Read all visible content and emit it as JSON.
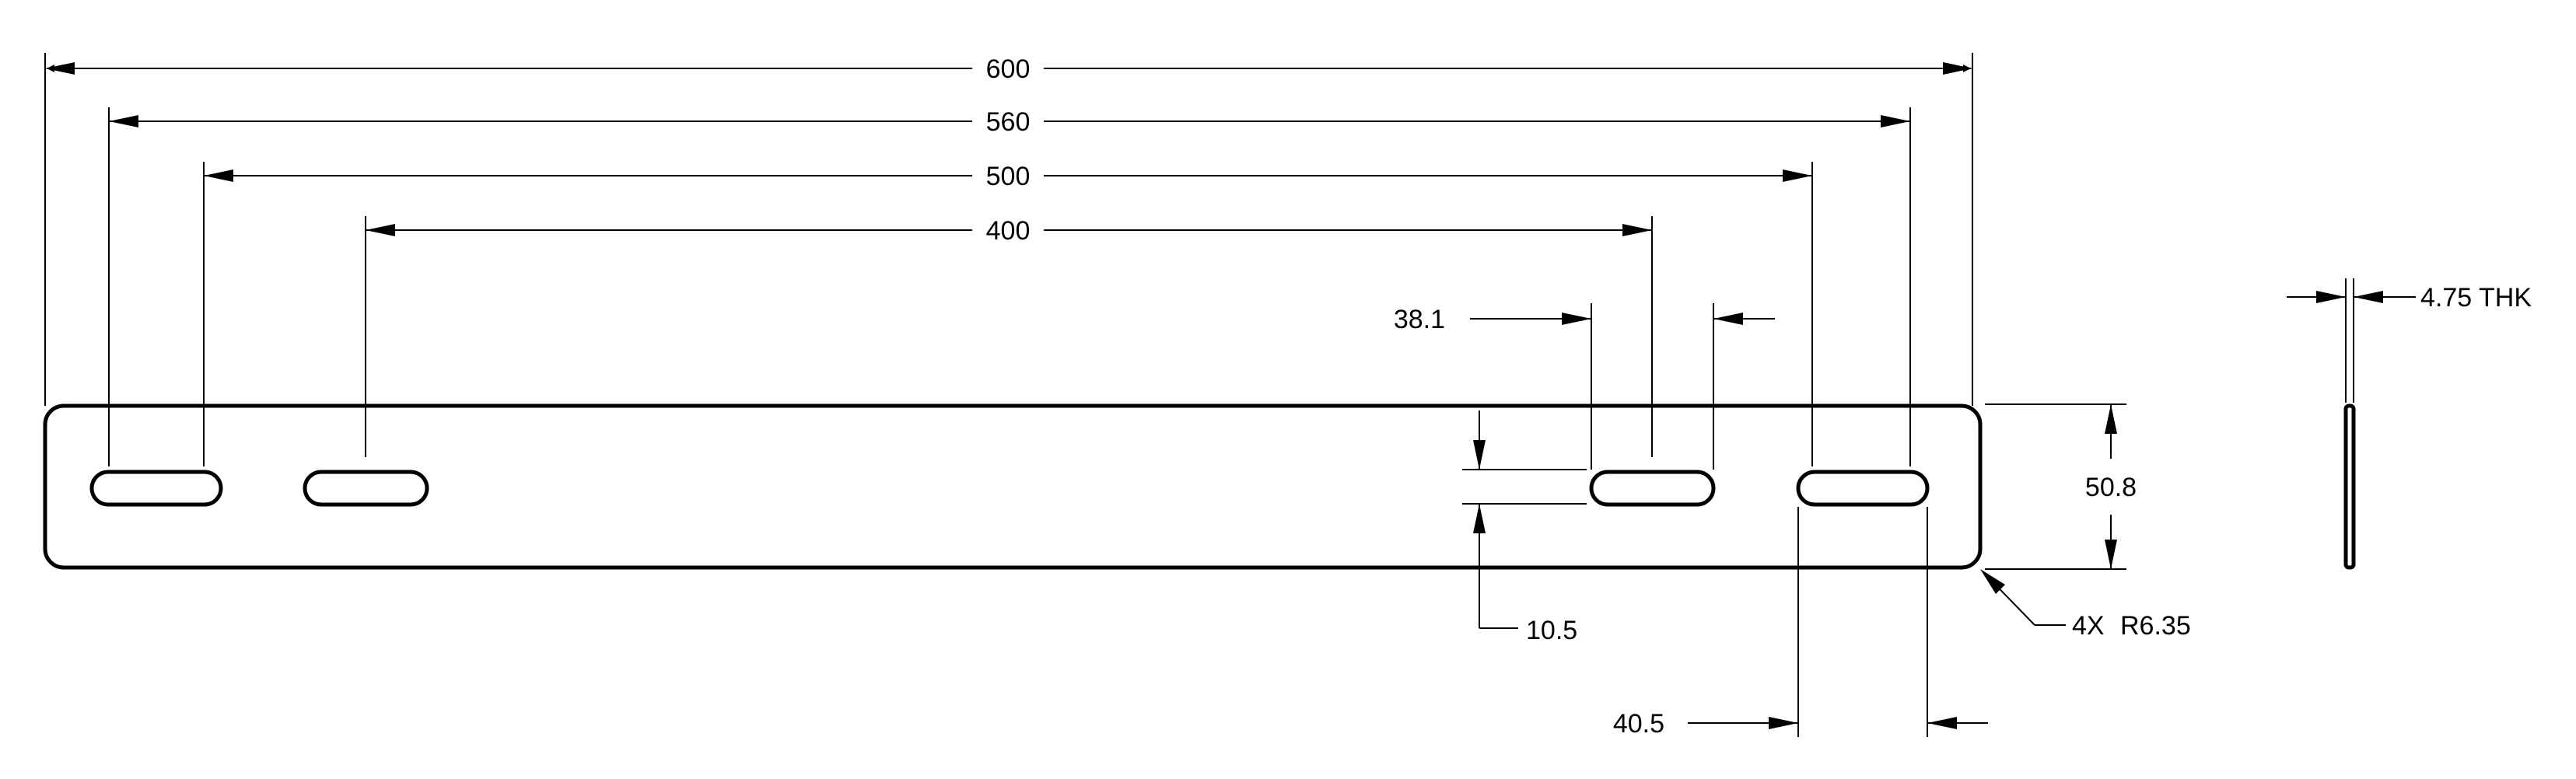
{
  "drawing": {
    "title": "",
    "dimensions": {
      "overall_length": "600",
      "outer_slot_span": "560",
      "inner_slot_span": "500",
      "center_slot_span": "400",
      "slot_length": "38.1",
      "slot_width": "10.5",
      "slot_length_outer": "40.5",
      "plate_height": "50.8",
      "corner_radius_count": "4X",
      "corner_radius": "R6.35",
      "thickness": "4.75 THK"
    },
    "colors": {
      "line": "#000000",
      "background": "#ffffff"
    }
  }
}
